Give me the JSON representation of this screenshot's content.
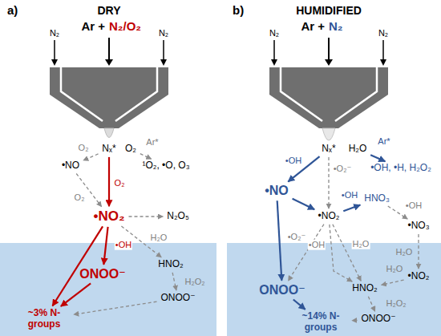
{
  "diagram": {
    "nodes": [
      {
        "text": [
          "Nₓ*"
        ]
      },
      {
        "text": [
          "O₂"
        ]
      },
      {
        "text": [
          "•NO"
        ]
      },
      {
        "text": [
          "¹O₂, •O, O₃"
        ]
      },
      {
        "text": [
          "•NO₂"
        ]
      },
      {
        "text": [
          "N₂O₅"
        ]
      },
      {
        "text": [
          "HNO₂"
        ]
      },
      {
        "text": [
          "ONOO⁻"
        ]
      },
      {
        "text": [
          "ONOO⁻"
        ]
      },
      {
        "text": [
          "~3% N-groups"
        ]
      },
      {
        "text": [
          "Nₓ*"
        ]
      },
      {
        "text": [
          "H₂O"
        ]
      },
      {
        "text": [
          "•OH, •H, H₂O₂"
        ]
      },
      {
        "text": [
          "•NO"
        ]
      },
      {
        "text": [
          "•NO₂"
        ]
      },
      {
        "text": [
          "HNO₃"
        ]
      },
      {
        "text": [
          "•NO₃"
        ]
      },
      {
        "text": [
          "•NO₂"
        ]
      },
      {
        "text": [
          "HNO₂"
        ]
      },
      {
        "text": [
          "ONOO⁻"
        ]
      },
      {
        "text": [
          "ONOO⁻"
        ]
      },
      {
        "text": [
          "~14% N-groups"
        ]
      }
    ],
    "edges": [
      {
        "from": 0,
        "to": 2,
        "label": "O₂",
        "arrow": "to"
      },
      {
        "from": 1,
        "to": 3,
        "label": "Ar*",
        "arrow": "to"
      },
      {
        "from": 0,
        "to": 4,
        "label": "O₂",
        "arrow": "to"
      },
      {
        "from": 2,
        "to": 4,
        "label": "O₂",
        "arrow": "to"
      },
      {
        "from": 4,
        "to": 5,
        "arrow": "to"
      },
      {
        "from": 4,
        "to": 6,
        "label": "H₂O",
        "arrow": "to"
      },
      {
        "from": 4,
        "to": 9,
        "arrow": "to"
      },
      {
        "from": 4,
        "to": 7,
        "label": "•OH",
        "arrow": "to"
      },
      {
        "from": 7,
        "to": 9,
        "arrow": "to"
      },
      {
        "from": 6,
        "to": 8,
        "label": "H₂O₂",
        "arrow": "to"
      },
      {
        "from": 8,
        "to": 9,
        "arrow": "to"
      },
      {
        "from": 10,
        "to": 13,
        "label": "•OH",
        "arrow": "to"
      },
      {
        "from": 11,
        "to": 12,
        "label": "Ar*",
        "arrow": "to"
      },
      {
        "from": 10,
        "to": 14,
        "label": "•O₂⁻",
        "arrow": "to"
      },
      {
        "from": 13,
        "to": 14,
        "arrow": "to"
      },
      {
        "from": 14,
        "to": 15,
        "label": "•OH",
        "arrow": "to"
      },
      {
        "from": 15,
        "to": 16,
        "label": "•OH",
        "arrow": "to"
      },
      {
        "from": 16,
        "to": 17,
        "label": "H₂O",
        "arrow": "to"
      },
      {
        "from": 17,
        "to": 18,
        "label": "H₂O",
        "arrow": "to"
      },
      {
        "from": 14,
        "to": 19,
        "label": "•O₂⁻",
        "arrow": "to"
      },
      {
        "from": 14,
        "to": 18,
        "label": "H₂O",
        "arrow": "to"
      },
      {
        "from": 14,
        "to": 18,
        "label": "•OH",
        "arrow": "to"
      },
      {
        "from": 13,
        "to": 19,
        "arrow": "to"
      },
      {
        "from": 18,
        "to": 20,
        "label": "H₂O₂",
        "arrow": "to"
      },
      {
        "from": 19,
        "to": 21,
        "arrow": "to"
      },
      {
        "from": 20,
        "to": 21,
        "arrow": "to"
      }
    ],
    "labels": [
      "a)",
      "DRY",
      "Ar +",
      "N₂/O₂",
      "N₂",
      "N₂",
      "b)",
      "HUMIDIFIED",
      "Ar +",
      "N₂",
      "N₂",
      "N₂"
    ]
  }
}
